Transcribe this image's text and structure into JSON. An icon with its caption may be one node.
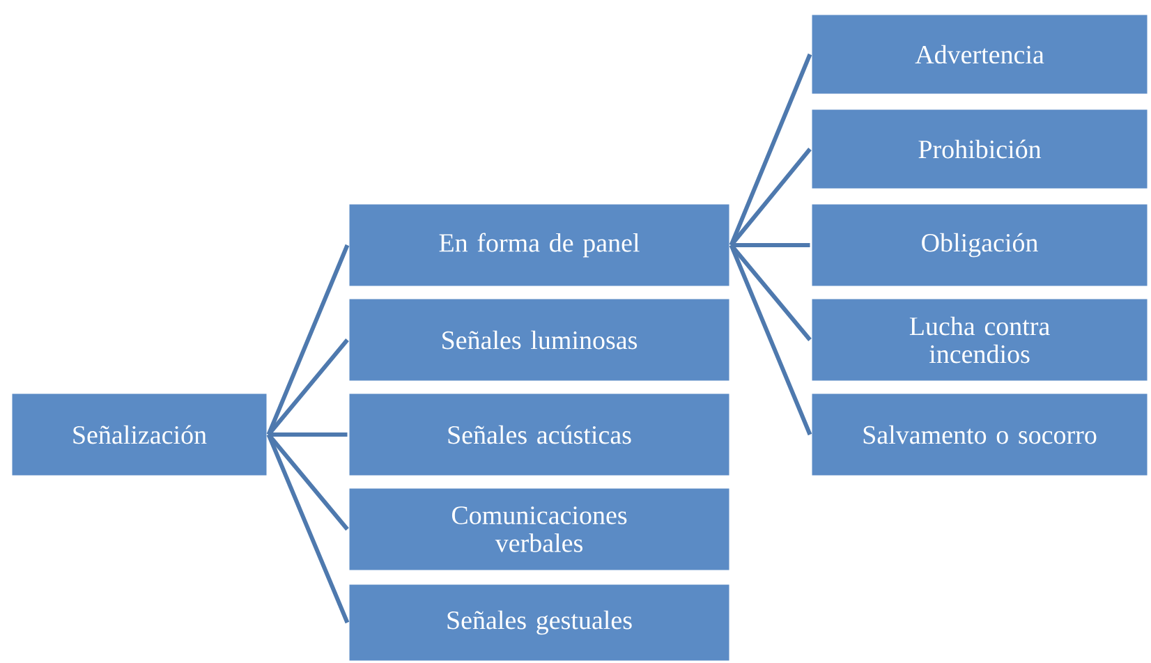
{
  "diagram": {
    "nodes": [
      {
        "text": [
          "Señalización"
        ]
      },
      {
        "text": [
          "En forma de panel"
        ]
      },
      {
        "text": [
          "Señales luminosas"
        ]
      },
      {
        "text": [
          "Señales acústicas"
        ]
      },
      {
        "text": [
          "Comunicaciones verbales"
        ]
      },
      {
        "text": [
          "Señales gestuales"
        ]
      },
      {
        "text": [
          "Advertencia"
        ]
      },
      {
        "text": [
          "Prohibición"
        ]
      },
      {
        "text": [
          "Obligación"
        ]
      },
      {
        "text": [
          "Lucha contra incendios"
        ]
      },
      {
        "text": [
          "Salvamento o socorro"
        ]
      }
    ],
    "edges": [
      {
        "from": 0,
        "to": 1,
        "arrow": "none"
      },
      {
        "from": 0,
        "to": 2,
        "arrow": "none"
      },
      {
        "from": 0,
        "to": 3,
        "arrow": "none"
      },
      {
        "from": 0,
        "to": 4,
        "arrow": "none"
      },
      {
        "from": 0,
        "to": 5,
        "arrow": "none"
      },
      {
        "from": 1,
        "to": 6,
        "arrow": "none"
      },
      {
        "from": 1,
        "to": 7,
        "arrow": "none"
      },
      {
        "from": 1,
        "to": 8,
        "arrow": "none"
      },
      {
        "from": 1,
        "to": 9,
        "arrow": "none"
      },
      {
        "from": 1,
        "to": 10,
        "arrow": "none"
      }
    ]
  }
}
